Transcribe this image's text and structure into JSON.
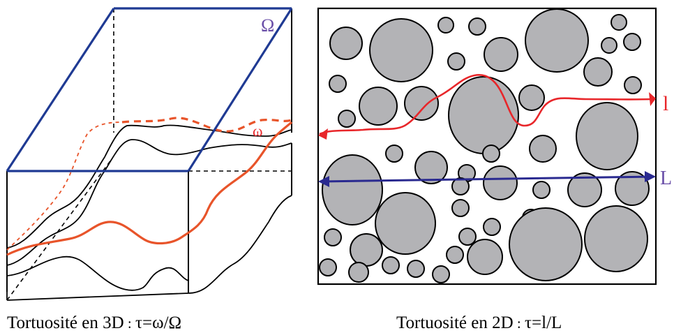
{
  "panel_3d": {
    "symbol_total": "Ω",
    "symbol_path": "ω",
    "caption_prefix": "Tortuosité en 3D",
    "caption_sep": " : ",
    "caption_formula": "τ=ω/Ω"
  },
  "panel_2d": {
    "symbol_path": "l",
    "symbol_straight": "L",
    "caption_prefix": "Tortuosité en 2D",
    "caption_sep": " : ",
    "caption_formula": "τ=l/L"
  },
  "colors": {
    "frame_blue": "#1f3a93",
    "path_orange": "#e8542a",
    "path_red": "#e8262a",
    "arrow_blue": "#2a2a90",
    "label_purple": "#6a4fa8",
    "particle_fill": "#b3b3b6"
  }
}
